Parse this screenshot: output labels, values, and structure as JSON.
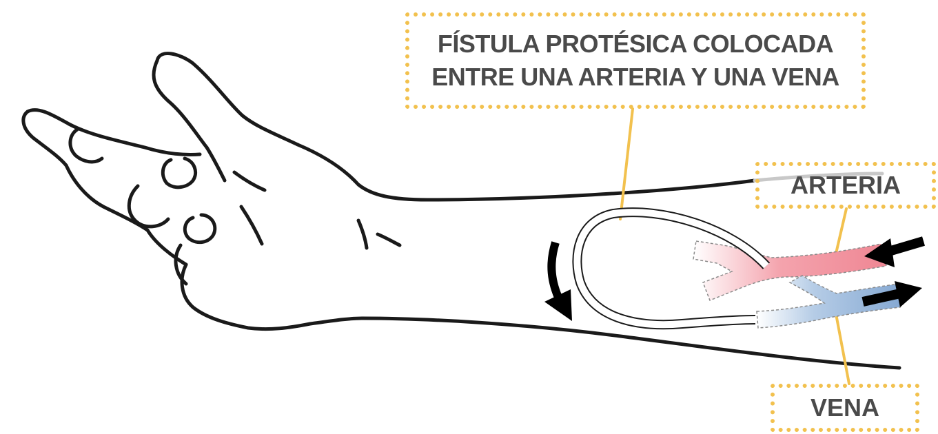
{
  "labels": {
    "fistula_line1": "FÍSTULA PROTÉSICA COLOCADA",
    "fistula_line2": "ENTRE UNA ARTERIA Y UNA VENA",
    "arteria": "ARTERIA",
    "vena": "VENA"
  },
  "colors": {
    "label_border": "#f2c14e",
    "label_text": "#4a4a4a",
    "artery_fill": "#f0909a",
    "vein_fill": "#8fb0d6",
    "outline": "#1a1a1a"
  },
  "icons": {
    "flow_arrow_in": "arrow-left-icon",
    "flow_arrow_out": "arrow-right-icon",
    "loop_direction": "curved-arrow-down-icon"
  }
}
